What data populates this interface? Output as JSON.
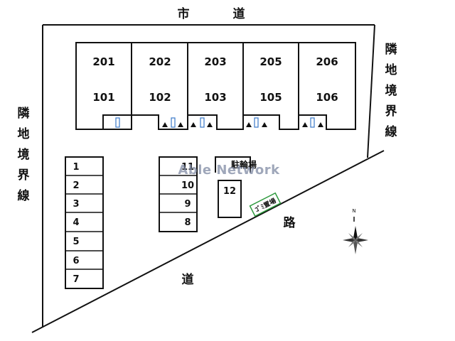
{
  "roads": {
    "top": [
      "市",
      "道"
    ],
    "bottom_right": "路",
    "bottom_left": "道"
  },
  "boundary": {
    "left": [
      "隣",
      "地",
      "境",
      "界",
      "線"
    ],
    "right": [
      "隣",
      "地",
      "境",
      "界",
      "線"
    ]
  },
  "building": {
    "upper_floor": [
      "201",
      "202",
      "203",
      "205",
      "206"
    ],
    "lower_floor": [
      "101",
      "102",
      "103",
      "105",
      "106"
    ]
  },
  "parking": {
    "left_column": [
      "1",
      "2",
      "3",
      "4",
      "5",
      "6",
      "7"
    ],
    "center_column": [
      "11",
      "10",
      "9",
      "8"
    ],
    "single": "12"
  },
  "bicycle_parking": "駐輪場",
  "garbage_area": "ｺﾞﾐ置場",
  "compass": "N",
  "watermark": "Able Network",
  "colors": {
    "line": "#111111",
    "meter": "#3a78c8"
  }
}
